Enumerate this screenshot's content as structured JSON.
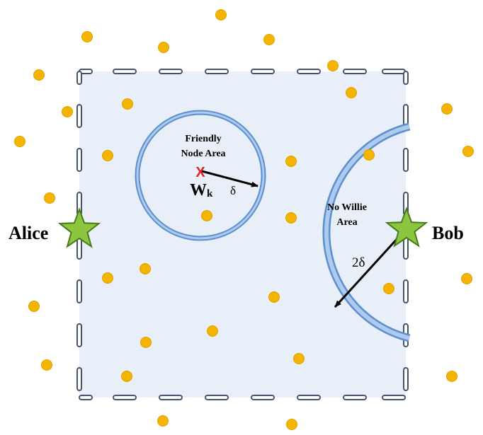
{
  "labels": {
    "alice": "Alice",
    "bob": "Bob",
    "friendly_line1": "Friendly",
    "friendly_line2": "Node Area",
    "nowillie_line1": "No Willie",
    "nowillie_line2": "Area",
    "willie": "W",
    "willie_sub": "k",
    "willie_mark": "X",
    "delta": "δ",
    "two_delta": "2δ"
  },
  "colors": {
    "region_fill": "#e8eff8",
    "region_border": "#44546a",
    "circle_stroke": "#8fb4e0",
    "circle_stroke_dark": "#5b8fcf",
    "node": "#f4b400",
    "star": "#8cc63f",
    "mark": "#e02020"
  },
  "icons": {
    "alice": "star-icon",
    "bob": "star-icon",
    "willie": "x-mark-icon",
    "node": "circle-dot-icon"
  }
}
